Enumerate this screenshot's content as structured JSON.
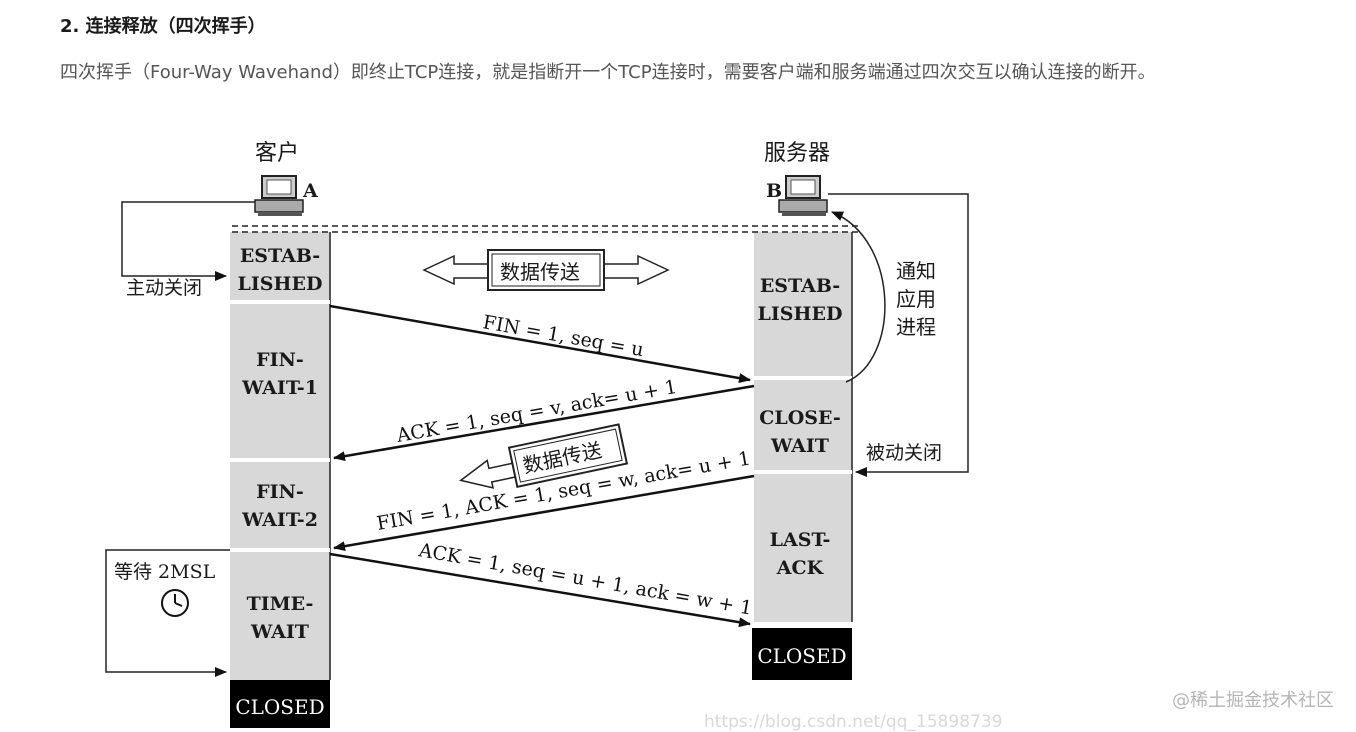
{
  "section": {
    "heading": "2. 连接释放（四次挥手）",
    "paragraph": "四次挥手（Four-Way Wavehand）即终止TCP连接，就是指断开一个TCP连接时，需要客户端和服务端通过四次交互以确认连接的断开。"
  },
  "diagram": {
    "client_label": "客户",
    "client_id": "A",
    "server_label": "服务器",
    "server_id": "B",
    "active_close": "主动关闭",
    "passive_close": "被动关闭",
    "notify_app": [
      "通知",
      "应用",
      "进程"
    ],
    "data_transfer": "数据传送",
    "wait_label": "等待 2MSL",
    "client_states": {
      "established": [
        "ESTAB-",
        "LISHED"
      ],
      "fin_wait_1": [
        "FIN-",
        "WAIT-1"
      ],
      "fin_wait_2": [
        "FIN-",
        "WAIT-2"
      ],
      "time_wait": [
        "TIME-",
        "WAIT"
      ],
      "closed": "CLOSED"
    },
    "server_states": {
      "established": [
        "ESTAB-",
        "LISHED"
      ],
      "close_wait": [
        "CLOSE-",
        "WAIT"
      ],
      "last_ack": [
        "LAST-",
        "ACK"
      ],
      "closed": "CLOSED"
    },
    "messages": {
      "m1": "FIN = 1, seq = u",
      "m2": "ACK = 1, seq = v, ack= u + 1",
      "m3": "FIN = 1, ACK = 1, seq = w, ack= u + 1",
      "m4": "ACK = 1, seq = u + 1, ack = w + 1"
    }
  },
  "watermark": "@稀土掘金技术社区",
  "url_watermark": "https://blog.csdn.net/qq_15898739"
}
